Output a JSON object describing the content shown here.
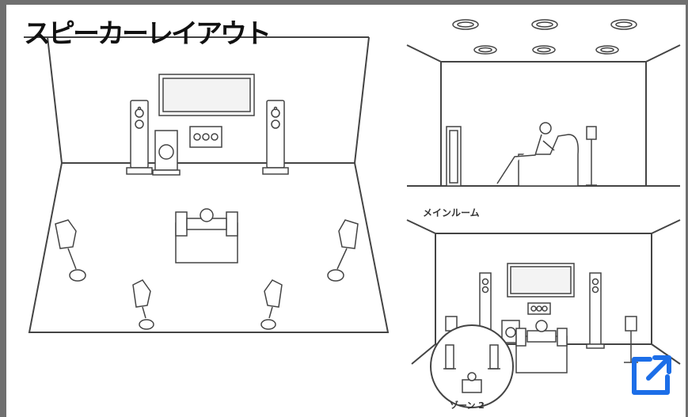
{
  "title": "スピーカーレイアウト",
  "labels": {
    "main_room": "メインルーム",
    "zone2": "ゾーン 2"
  },
  "colors": {
    "frame": "#6f6f6f",
    "line": "#444444",
    "accent": "#1c6ee8"
  },
  "icons": {
    "open": "external-link-icon"
  }
}
